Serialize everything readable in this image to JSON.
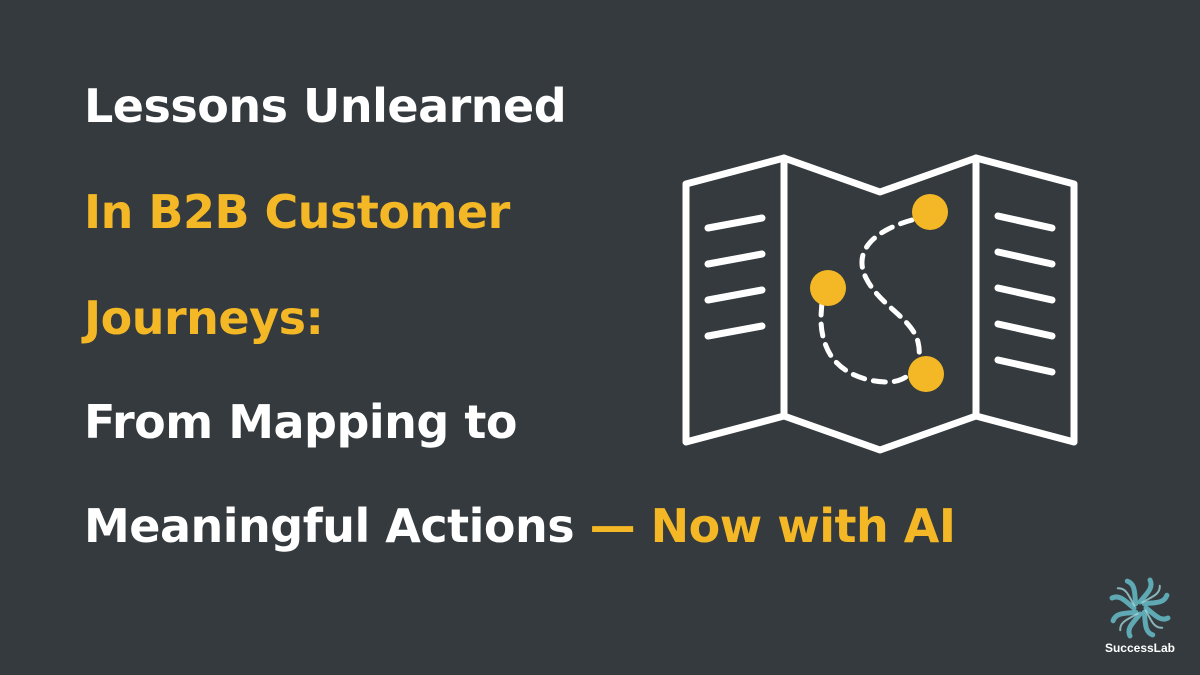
{
  "title": {
    "line1": "Lessons Unlearned",
    "line2": "In B2B Customer",
    "line3": "Journeys:",
    "line4": "From Mapping to",
    "line5_white": "Meaningful Actions ",
    "line5_gold": "— Now with AI"
  },
  "logo": {
    "name": "SuccessLab"
  },
  "colors": {
    "background": "#343a3d",
    "text_white": "#ffffff",
    "accent_gold": "#f4b826",
    "logo_teal": "#5ea9b3"
  },
  "icons": {
    "illustration": "folded-map-icon",
    "logo_mark": "swirl-flower-logo-icon"
  }
}
